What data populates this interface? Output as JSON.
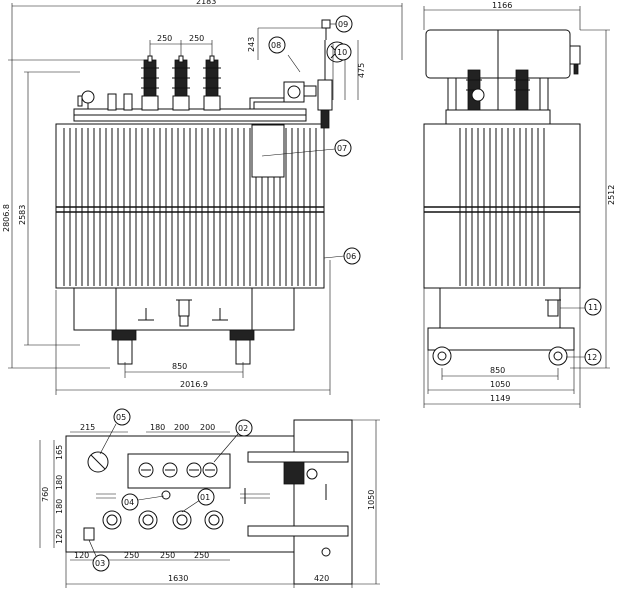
{
  "front_view": {
    "dims": {
      "overall_width": "2183",
      "bushing_pitch_1": "250",
      "bushing_pitch_2": "250",
      "conservator_height": "243",
      "relay_offset": "475",
      "total_height": "2806.8",
      "body_height": "2583",
      "wheel_gauge": "850",
      "base_width": "2016.9"
    },
    "callouts": {
      "c07": "07",
      "c08": "08",
      "c09": "09",
      "c10": "10",
      "c06": "06"
    }
  },
  "side_view": {
    "dims": {
      "top_width": "1166",
      "height": "2512",
      "wheel_gauge": "850",
      "base_width": "1050",
      "overall_width": "1149"
    },
    "callouts": {
      "c11": "11",
      "c12": "12"
    }
  },
  "plan_view": {
    "dims": {
      "d215": "215",
      "d180a": "180",
      "d200a": "200",
      "d200b": "200",
      "d165": "165",
      "d760": "760",
      "d180b": "180",
      "d180c": "180",
      "d120a": "120",
      "d120b": "120",
      "d250a": "250",
      "d250b": "250",
      "d250c": "250",
      "d1630": "1630",
      "d420": "420",
      "d1050": "1050"
    },
    "callouts": {
      "c05": "05",
      "c02": "02",
      "c04": "04",
      "c01": "01",
      "c03": "03"
    }
  }
}
